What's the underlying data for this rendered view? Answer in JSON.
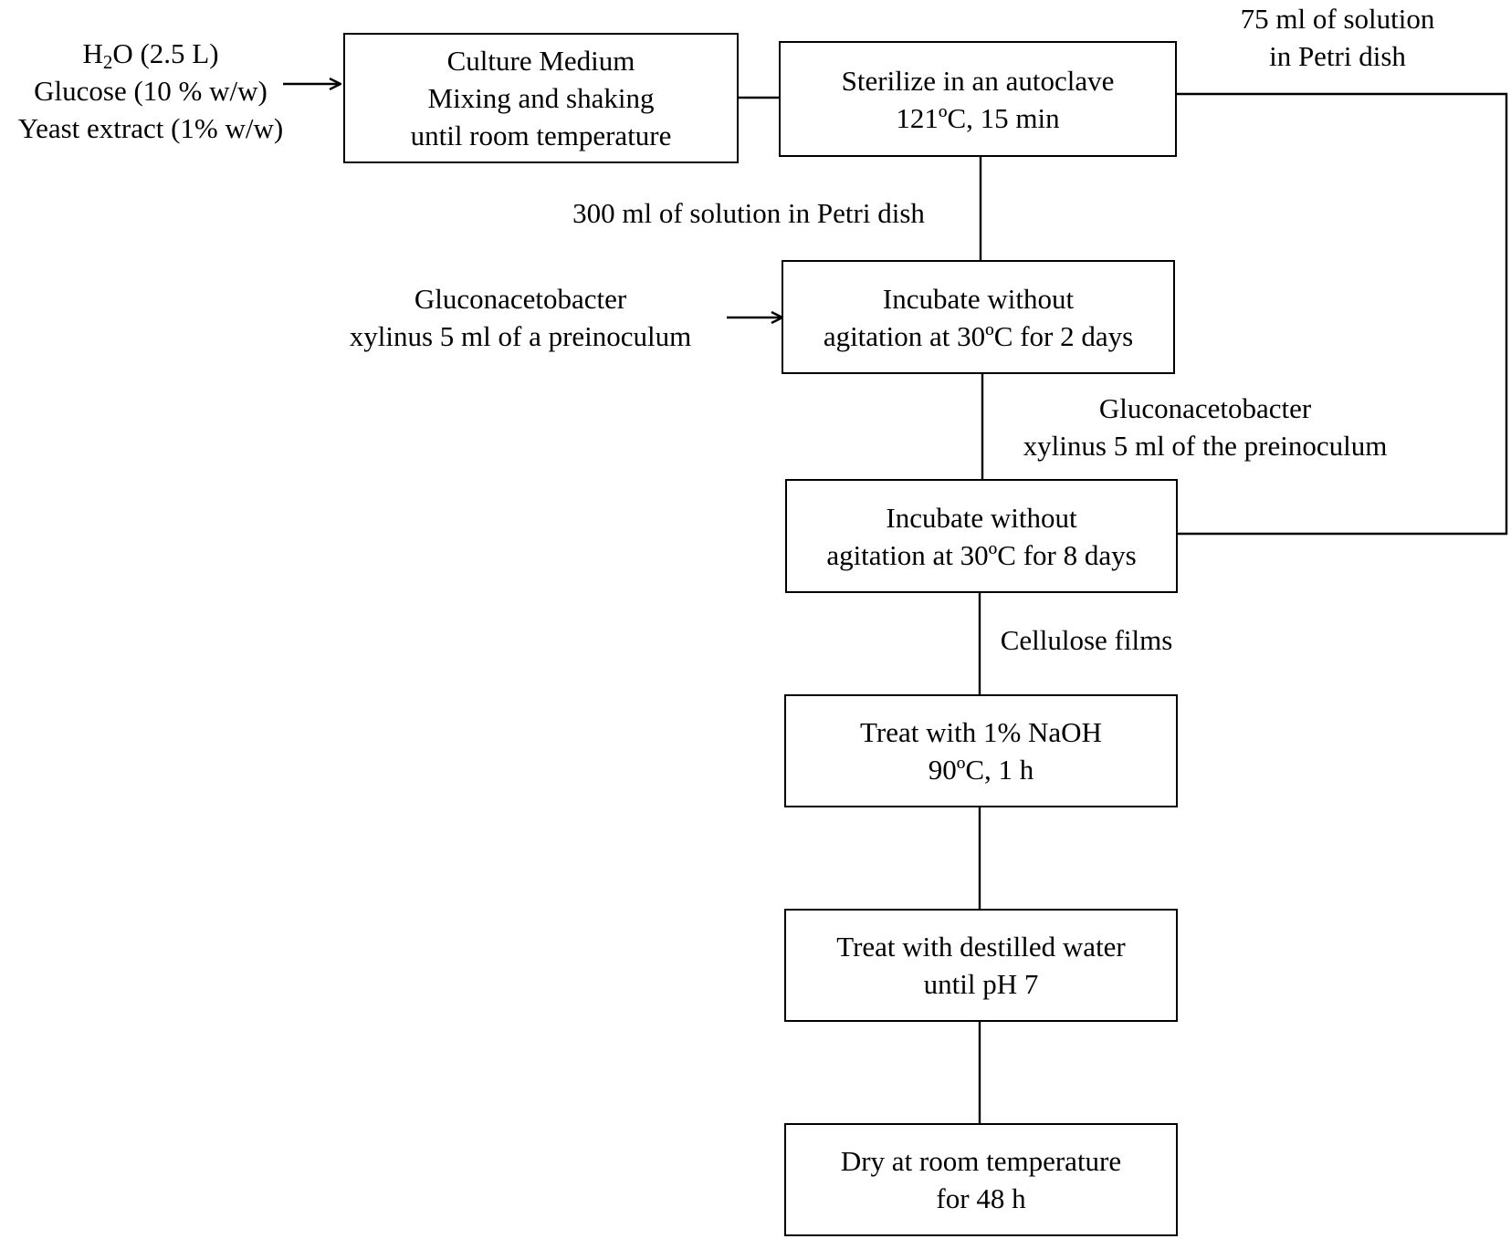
{
  "diagram": {
    "inputs": {
      "water_prefix": "H",
      "water_sub": "2",
      "water_suffix": "O (2.5 L)",
      "glucose": "Glucose (10 % w/w)",
      "yeast": "Yeast extract (1% w/w)"
    },
    "boxes": {
      "culture": [
        "Culture Medium",
        "Mixing and shaking",
        "until room temperature"
      ],
      "sterilize": [
        "Sterilize in an autoclave",
        "121ºC, 15 min"
      ],
      "incubate2": [
        "Incubate without",
        "agitation at 30ºC for 2 days"
      ],
      "incubate8": [
        "Incubate without",
        "agitation at 30ºC for 8 days"
      ],
      "naoh": [
        "Treat with 1% NaOH",
        "90ºC, 1 h"
      ],
      "water": [
        "Treat with destilled water",
        "until pH 7"
      ],
      "dry": [
        "Dry at room temperature",
        "for 48 h"
      ]
    },
    "labels": {
      "solution_75": [
        "75 ml of solution",
        "in Petri dish"
      ],
      "solution_300": "300 ml of solution in Petri dish",
      "preinoculum_a": [
        "Gluconacetobacter",
        "xylinus 5 ml of a preinoculum"
      ],
      "preinoculum_the": [
        "Gluconacetobacter",
        "xylinus 5 ml of the preinoculum"
      ],
      "cellulose": "Cellulose films"
    }
  }
}
